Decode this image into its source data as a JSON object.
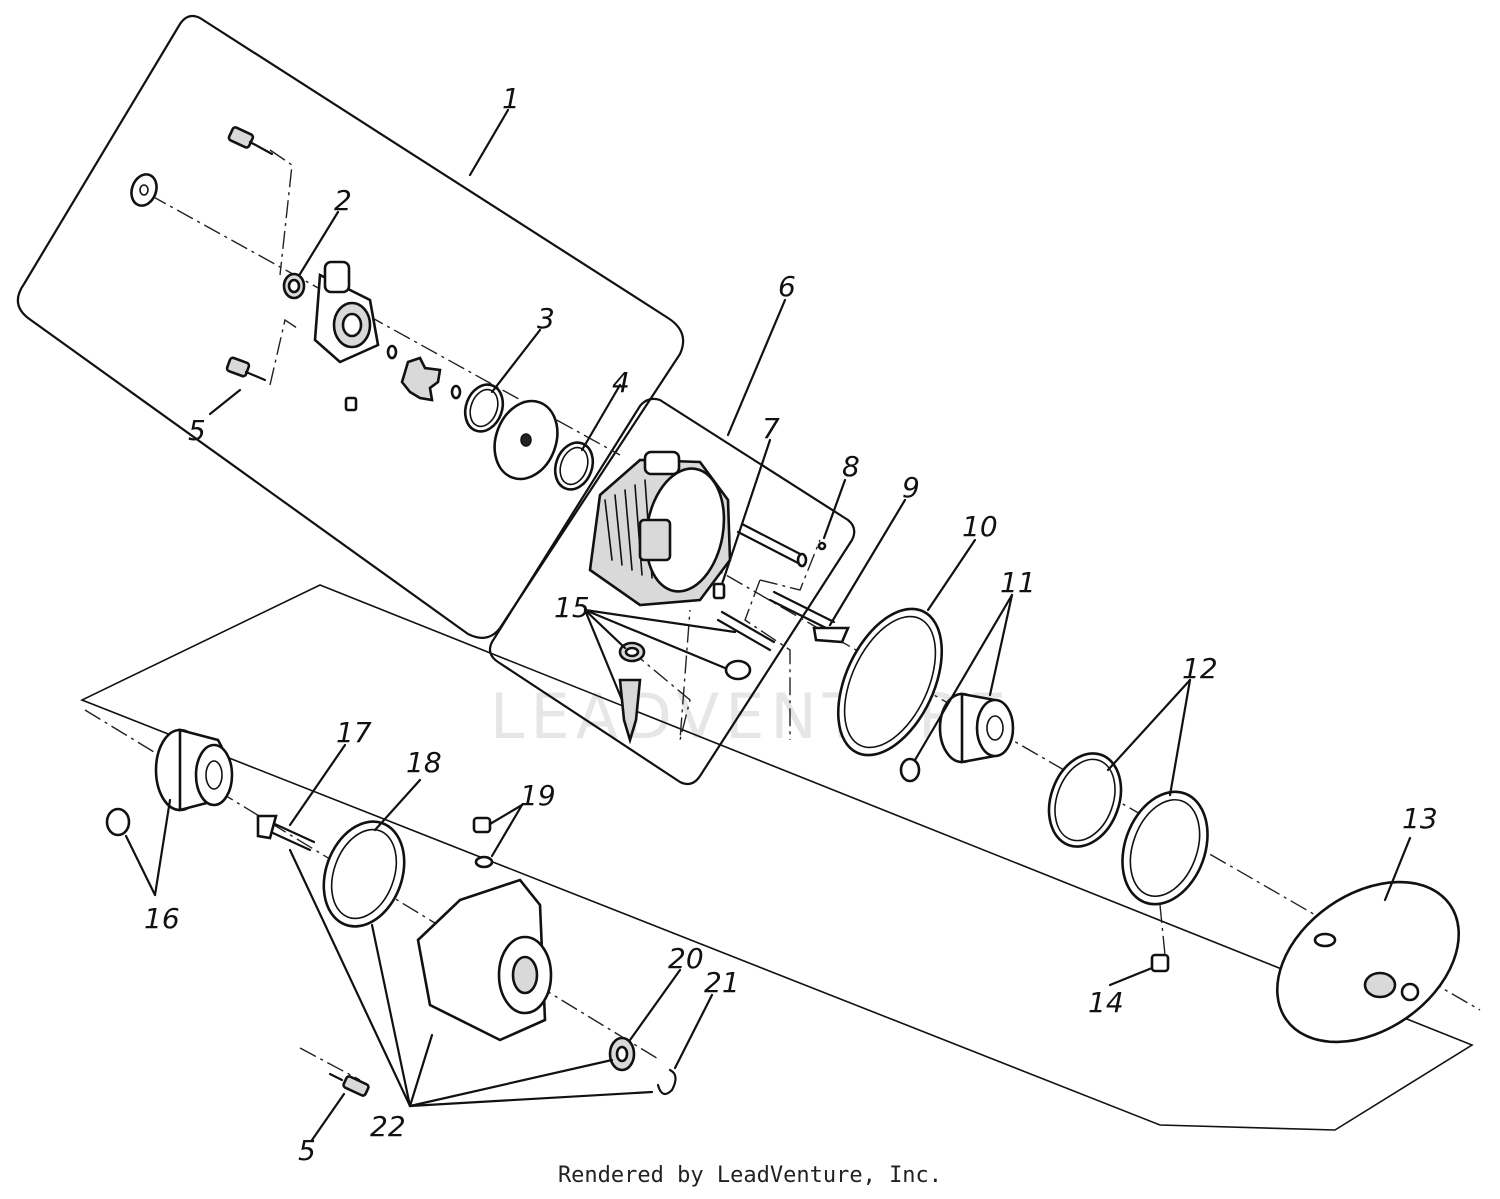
{
  "watermark": "LEADVENTURE",
  "footer": "Rendered by LeadVenture, Inc.",
  "callouts": [
    {
      "id": "c1",
      "text": "1"
    },
    {
      "id": "c2",
      "text": "2"
    },
    {
      "id": "c3",
      "text": "3"
    },
    {
      "id": "c4",
      "text": "4"
    },
    {
      "id": "c5a",
      "text": "5"
    },
    {
      "id": "c6",
      "text": "6"
    },
    {
      "id": "c7",
      "text": "7"
    },
    {
      "id": "c8",
      "text": "8"
    },
    {
      "id": "c9",
      "text": "9"
    },
    {
      "id": "c10",
      "text": "10"
    },
    {
      "id": "c11",
      "text": "11"
    },
    {
      "id": "c12",
      "text": "12"
    },
    {
      "id": "c13",
      "text": "13"
    },
    {
      "id": "c14",
      "text": "14"
    },
    {
      "id": "c15",
      "text": "15"
    },
    {
      "id": "c16",
      "text": "16"
    },
    {
      "id": "c17",
      "text": "17"
    },
    {
      "id": "c18",
      "text": "18"
    },
    {
      "id": "c19",
      "text": "19"
    },
    {
      "id": "c20",
      "text": "20"
    },
    {
      "id": "c21",
      "text": "21"
    },
    {
      "id": "c22",
      "text": "22"
    },
    {
      "id": "c5b",
      "text": "5"
    }
  ]
}
